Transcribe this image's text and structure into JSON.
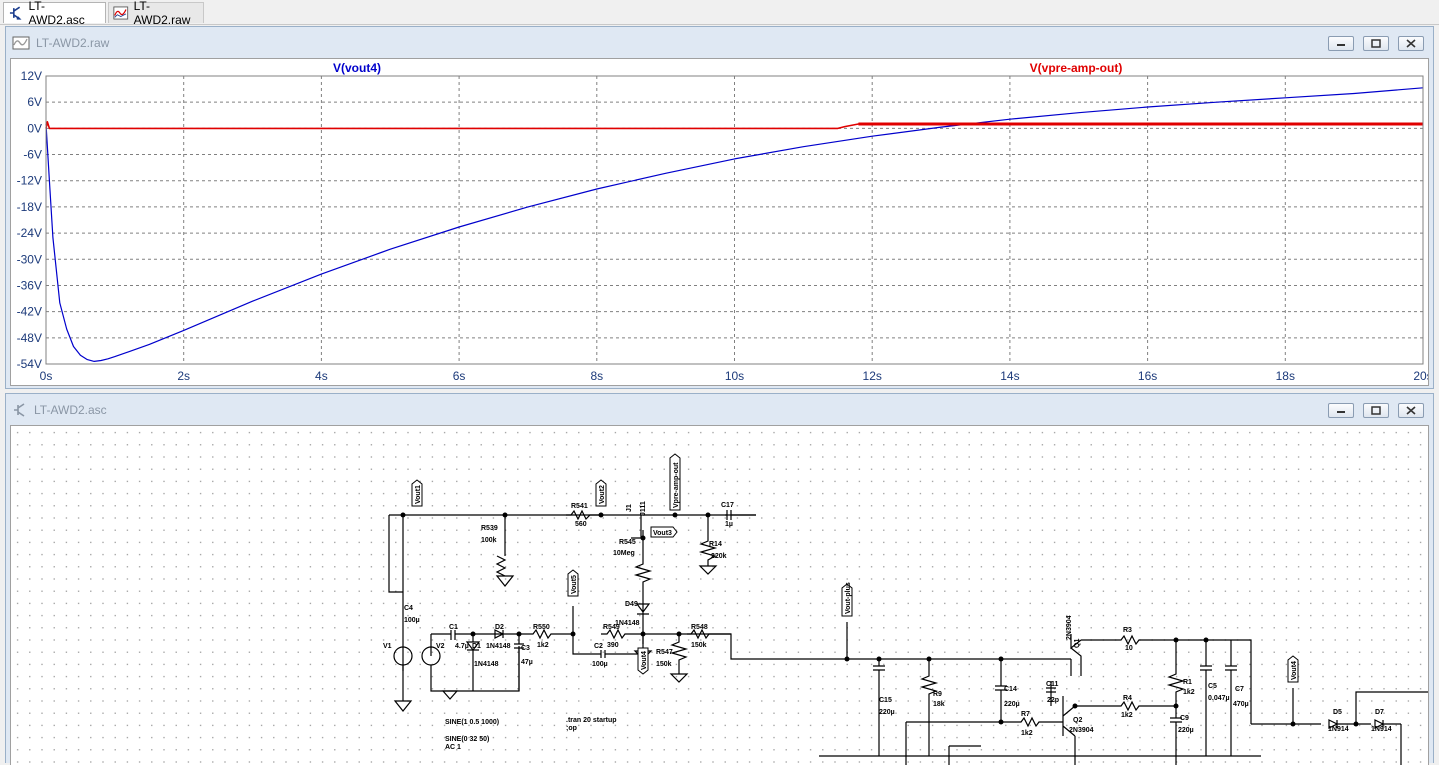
{
  "tabs": [
    {
      "label": "LT-AWD2.asc",
      "active": true,
      "icon": "schematic-icon"
    },
    {
      "label": "LT-AWD2.raw",
      "active": false,
      "icon": "waveform-icon"
    }
  ],
  "waveform_window": {
    "title": "LT-AWD2.raw",
    "buttons": [
      "minimize-button",
      "restore-button",
      "close-button"
    ]
  },
  "schematic_window": {
    "title": "LT-AWD2.asc",
    "buttons": [
      "minimize-button",
      "restore-button",
      "close-button"
    ]
  },
  "colors": {
    "trace1": "#0000cc",
    "trace2": "#e00000",
    "grid": "#808080",
    "axis_text": "#1c3a7a"
  },
  "chart_data": {
    "type": "line",
    "xlabel": "",
    "ylabel": "",
    "x_ticks": [
      "0s",
      "2s",
      "4s",
      "6s",
      "8s",
      "10s",
      "12s",
      "14s",
      "16s",
      "18s",
      "20s"
    ],
    "y_ticks": [
      "12V",
      "6V",
      "0V",
      "-6V",
      "-12V",
      "-18V",
      "-24V",
      "-30V",
      "-36V",
      "-42V",
      "-48V",
      "-54V"
    ],
    "xlim": [
      0,
      20
    ],
    "ylim": [
      -54,
      12
    ],
    "grid": true,
    "series": [
      {
        "name": "V(vout4)",
        "color": "#0000cc",
        "x": [
          0,
          0.05,
          0.1,
          0.2,
          0.3,
          0.4,
          0.5,
          0.6,
          0.7,
          0.8,
          0.9,
          1.0,
          1.2,
          1.5,
          2.0,
          3.0,
          4.0,
          5.0,
          6.0,
          7.0,
          8.0,
          9.0,
          10.0,
          11.0,
          12.0,
          13.0,
          14.0,
          15.0,
          16.0,
          17.0,
          18.0,
          19.0,
          20.0
        ],
        "y": [
          1,
          -12,
          -25,
          -40,
          -46,
          -50,
          -52,
          -53,
          -53.4,
          -53.2,
          -52.8,
          -52.3,
          -51.2,
          -49.5,
          -46.3,
          -39.6,
          -33.4,
          -27.7,
          -22.6,
          -18.0,
          -13.9,
          -10.3,
          -7.0,
          -4.2,
          -1.8,
          0.3,
          2.1,
          3.6,
          4.9,
          6.0,
          7.0,
          8.0,
          9.3
        ]
      },
      {
        "name": "V(vpre-amp-out)",
        "color": "#e00000",
        "x": [
          0,
          0.02,
          0.05,
          11.5,
          11.6,
          11.8,
          12.0,
          20.0
        ],
        "y": [
          0,
          1.5,
          0,
          0,
          0.4,
          1,
          1,
          1
        ]
      }
    ]
  },
  "schematic": {
    "net_labels": [
      "Vout1",
      "Vout2",
      "Vpre-amp-out",
      "Vout3",
      "Vout5",
      "Vout4",
      "Vout-plus",
      "Vout4"
    ],
    "components": [
      {
        "ref": "R541",
        "value": "560"
      },
      {
        "ref": "J1",
        "value": "J111"
      },
      {
        "ref": "C17",
        "value": "1µ"
      },
      {
        "ref": "R539",
        "value": "100k"
      },
      {
        "ref": "R545",
        "value": "10Meg"
      },
      {
        "ref": "R14",
        "value": "220k"
      },
      {
        "ref": "C4",
        "value": "100µ"
      },
      {
        "ref": "D49",
        "value": "1N4148"
      },
      {
        "ref": "C1",
        "value": "4.7µ"
      },
      {
        "ref": "D2",
        "value": "1N4148"
      },
      {
        "ref": "R550",
        "value": "1k2"
      },
      {
        "ref": "R549",
        "value": "390"
      },
      {
        "ref": "R548",
        "value": "150k"
      },
      {
        "ref": "V1",
        "value": ""
      },
      {
        "ref": "V2",
        "value": ""
      },
      {
        "ref": "D1",
        "value": "1N4148"
      },
      {
        "ref": "C3",
        "value": "47µ"
      },
      {
        "ref": "C2",
        "value": "100µ"
      },
      {
        "ref": "R547",
        "value": "150k"
      },
      {
        "ref": "Q1",
        "value": "2N3904"
      },
      {
        "ref": "R3",
        "value": "10"
      },
      {
        "ref": "R1",
        "value": "1k2"
      },
      {
        "ref": "C5",
        "value": "0.047µ"
      },
      {
        "ref": "C7",
        "value": "470µ"
      },
      {
        "ref": "R9",
        "value": "18k"
      },
      {
        "ref": "C14",
        "value": "220µ"
      },
      {
        "ref": "C11",
        "value": "22p"
      },
      {
        "ref": "R4",
        "value": "1k2"
      },
      {
        "ref": "C15",
        "value": "220µ"
      },
      {
        "ref": "R7",
        "value": "1k2"
      },
      {
        "ref": "Q2",
        "value": "2N3904"
      },
      {
        "ref": "C9",
        "value": "220µ"
      },
      {
        "ref": "D5",
        "value": "1N914"
      },
      {
        "ref": "D7",
        "value": "1N914"
      }
    ],
    "directives": [
      "SINE(1 0.5 1000)",
      "SINE(0 32 50)",
      "AC 1",
      ".tran 20 startup",
      ";op"
    ]
  }
}
